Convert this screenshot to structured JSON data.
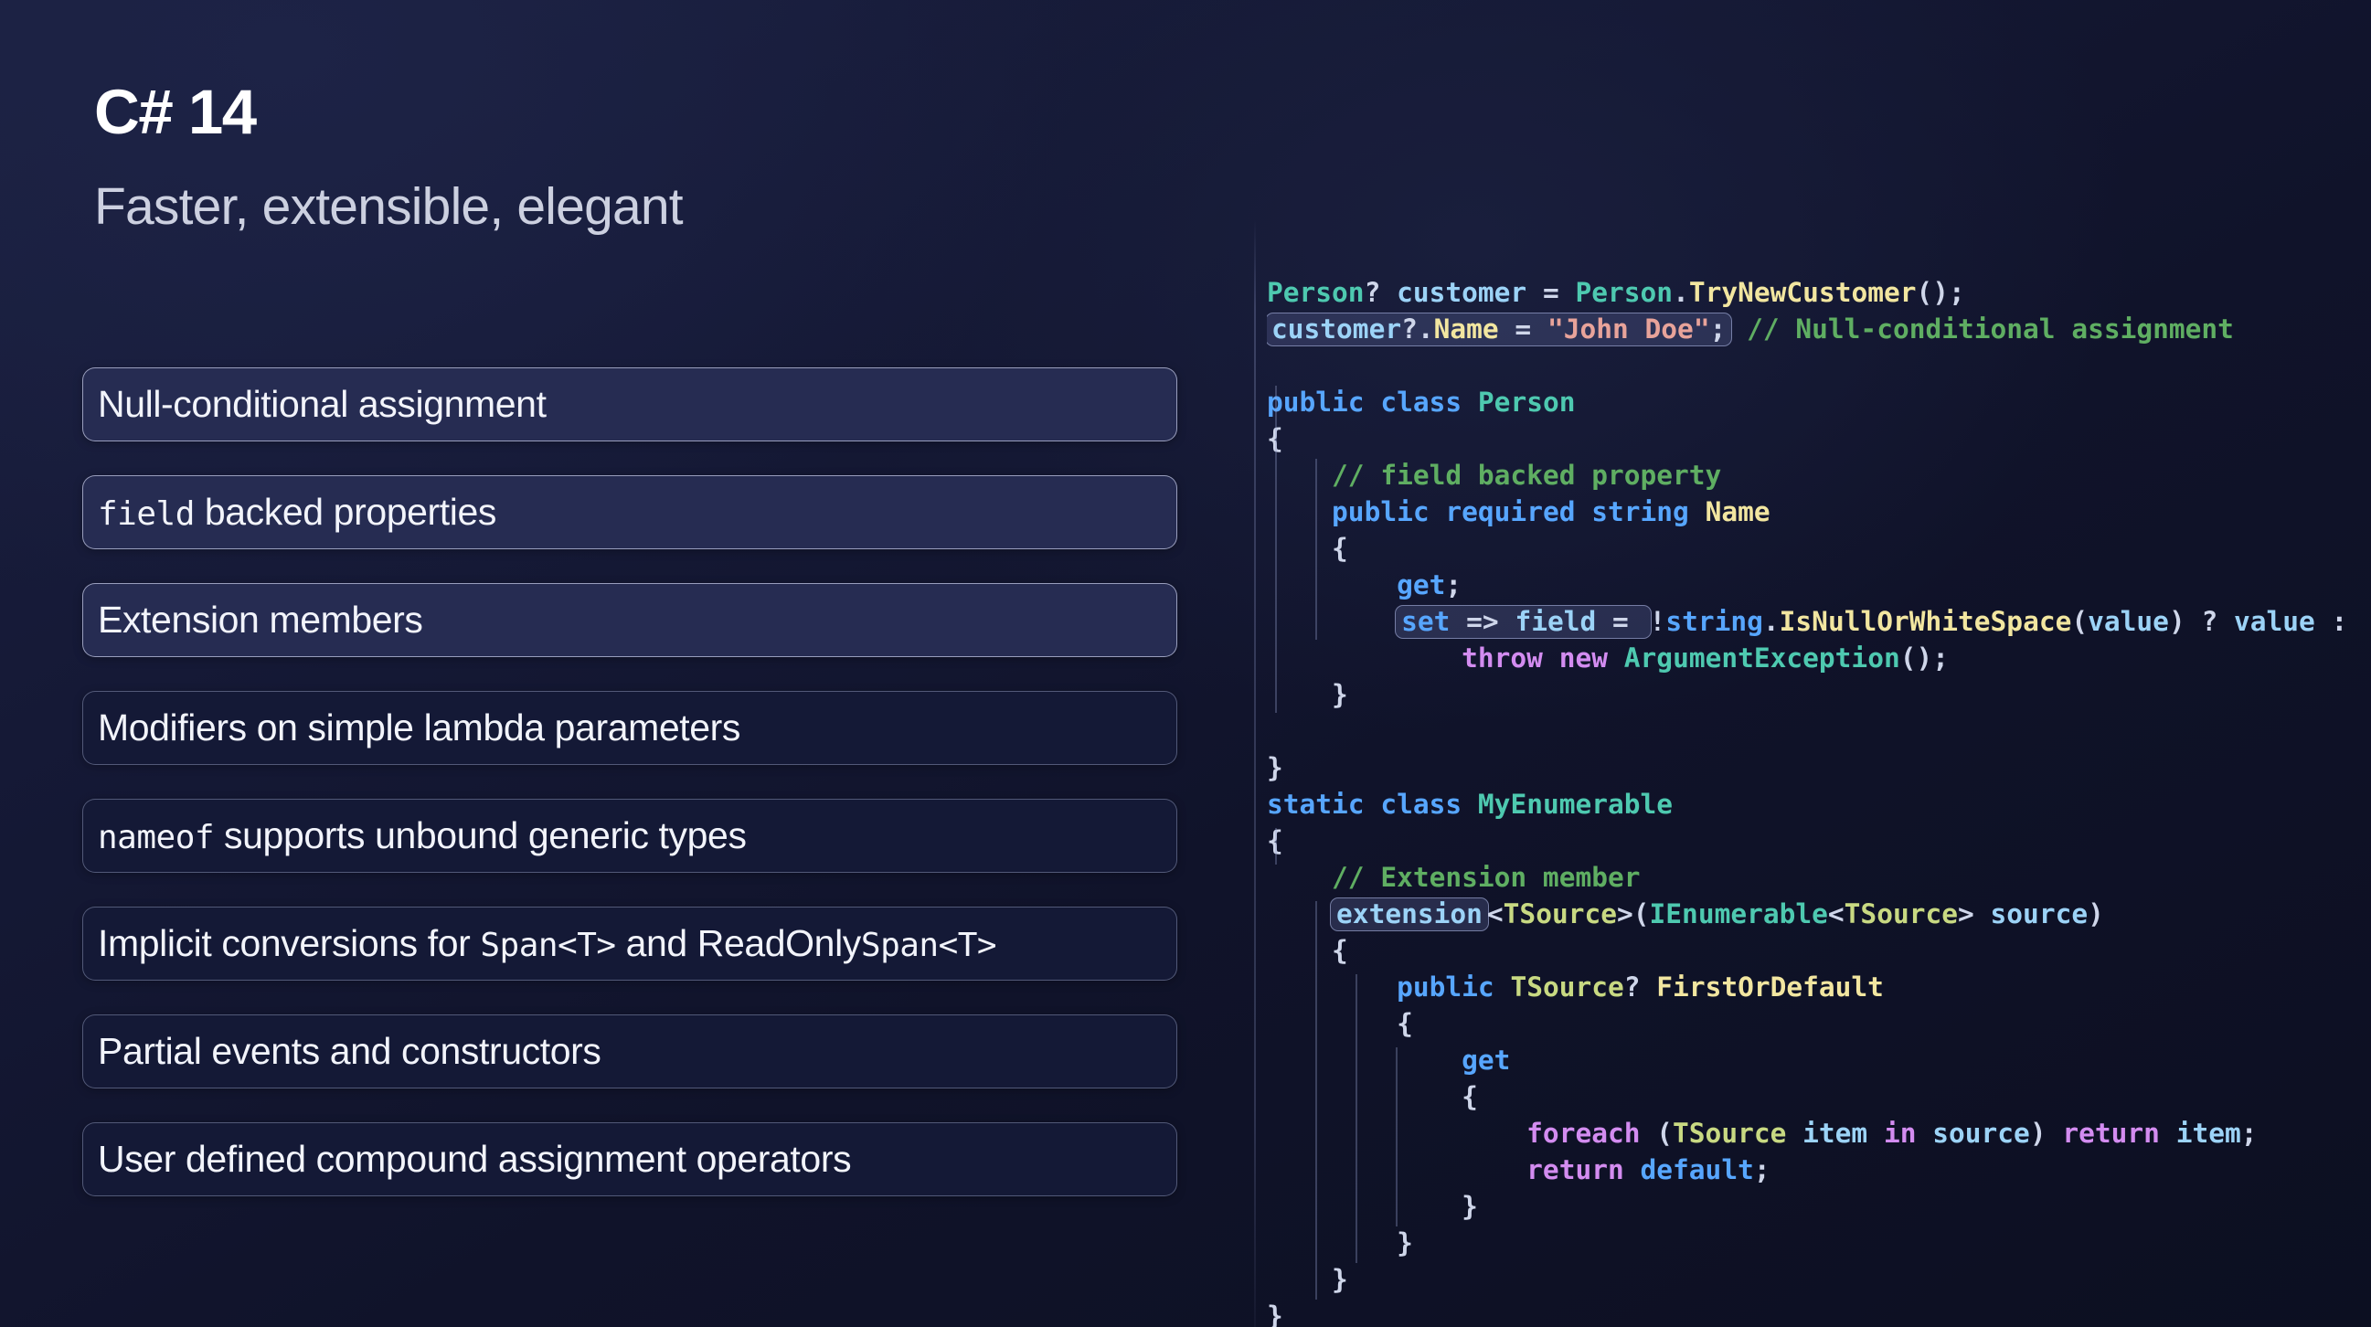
{
  "slide": {
    "title": "C# 14",
    "subtitle": "Faster, extensible, elegant"
  },
  "colors": {
    "background_top_left": "#1b2040",
    "background_bottom_right": "#0c0f21",
    "card_highlight_fill": "#262c52",
    "card_dim_fill": "#141936",
    "card_border": "#bac0de",
    "title_text": "#ffffff",
    "subtitle_text": "#ccd0e0",
    "code_keyword": "#57a6ff",
    "code_keyword_control": "#d38cf0",
    "code_type": "#4ec9b0",
    "code_generic_type": "#c8d982",
    "code_method": "#f2e6a0",
    "code_identifier": "#9cd3f7",
    "code_string": "#e8a39a",
    "code_comment": "#5fae62",
    "code_highlight_border": "#a8b2dc"
  },
  "features": [
    {
      "id": "null-conditional-assignment",
      "text": "Null-conditional assignment",
      "highlighted": true,
      "mono_parts": []
    },
    {
      "id": "field-backed-properties",
      "text": "field backed properties",
      "highlighted": true,
      "mono_parts": [
        "field"
      ]
    },
    {
      "id": "extension-members",
      "text": "Extension members",
      "highlighted": true,
      "mono_parts": []
    },
    {
      "id": "modifiers-lambda-parameters",
      "text": "Modifiers on simple lambda parameters",
      "highlighted": false,
      "mono_parts": []
    },
    {
      "id": "nameof-unbound-generics",
      "text": "nameof supports unbound generic types",
      "highlighted": false,
      "mono_parts": [
        "nameof"
      ]
    },
    {
      "id": "implicit-span-conversions",
      "text": "Implicit conversions for Span<T> and ReadOnlySpan<T>",
      "highlighted": false,
      "mono_parts": [
        "Span<T>",
        "ReadOnlySpan<T>"
      ]
    },
    {
      "id": "partial-events-constructors",
      "text": "Partial events and constructors",
      "highlighted": false,
      "mono_parts": []
    },
    {
      "id": "user-defined-compound-assignment",
      "text": "User defined compound assignment operators",
      "highlighted": false,
      "mono_parts": []
    }
  ],
  "code": {
    "language": "csharp",
    "truncated_right_edge": true,
    "highlighted_snippets": [
      "customer?.Name = \"John Doe\";",
      "set => field = ",
      "extension"
    ],
    "lines": [
      "Person? customer = Person.TryNewCustomer();",
      "customer?.Name = \"John Doe\"; // Null-conditional assignment",
      "",
      "public class Person",
      "{",
      "    // field backed property",
      "    public required string Name",
      "    {",
      "        get;",
      "        set => field = !string.IsNullOrWhiteSpace(value) ? value :",
      "            throw new ArgumentException();",
      "    }",
      "",
      "}",
      "static class MyEnumerable",
      "{",
      "    // Extension member",
      "    extension<TSource>(IEnumerable<TSource> source)",
      "    {",
      "        public TSource? FirstOrDefault",
      "        {",
      "            get",
      "            {",
      "                foreach (TSource item in source) return item;",
      "                return default;",
      "            }",
      "        }",
      "    }",
      "}"
    ]
  }
}
